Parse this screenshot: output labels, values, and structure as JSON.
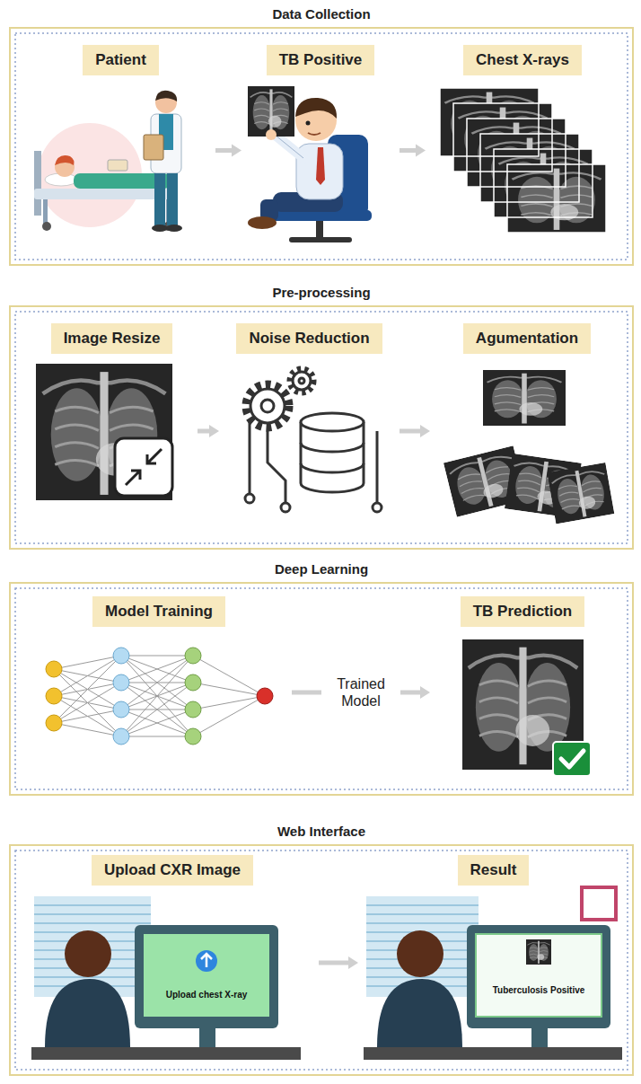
{
  "diagram": {
    "nodes": [
      {
        "text": [
          "Data Collection"
        ]
      },
      {
        "text": [
          "Patient"
        ],
        "in": 0
      },
      {
        "text": [
          "TB Positive"
        ],
        "in": 0
      },
      {
        "text": [
          "Chest X-rays"
        ],
        "in": 0
      },
      {
        "text": [
          "Pre-processing"
        ]
      },
      {
        "text": [
          "Image Resize"
        ],
        "in": 4
      },
      {
        "text": [
          "Noise Reduction"
        ],
        "in": 4
      },
      {
        "text": [
          "Agumentation"
        ],
        "in": 4
      },
      {
        "text": [
          "Deep Learning"
        ]
      },
      {
        "text": [
          "Model Training"
        ],
        "in": 8
      },
      {
        "text": [
          "TB Prediction"
        ],
        "in": 8
      },
      {
        "text": [
          "Web Interface"
        ]
      },
      {
        "text": [
          "Upload CXR Image"
        ],
        "in": 11
      },
      {
        "text": [
          "Result"
        ],
        "in": 11
      }
    ],
    "edges": [
      {
        "from": 1,
        "to": 2,
        "arrow": "to"
      },
      {
        "from": 2,
        "to": 3,
        "arrow": "to"
      },
      {
        "from": 5,
        "to": 6,
        "arrow": "to"
      },
      {
        "from": 6,
        "to": 7,
        "arrow": "to"
      },
      {
        "from": 9,
        "to": 10,
        "label": "Trained Model",
        "arrow": "to"
      },
      {
        "from": 12,
        "to": 13,
        "arrow": "to"
      }
    ],
    "labels": [
      "Upload chest X-ray",
      "Tuberculosis Positive"
    ]
  }
}
